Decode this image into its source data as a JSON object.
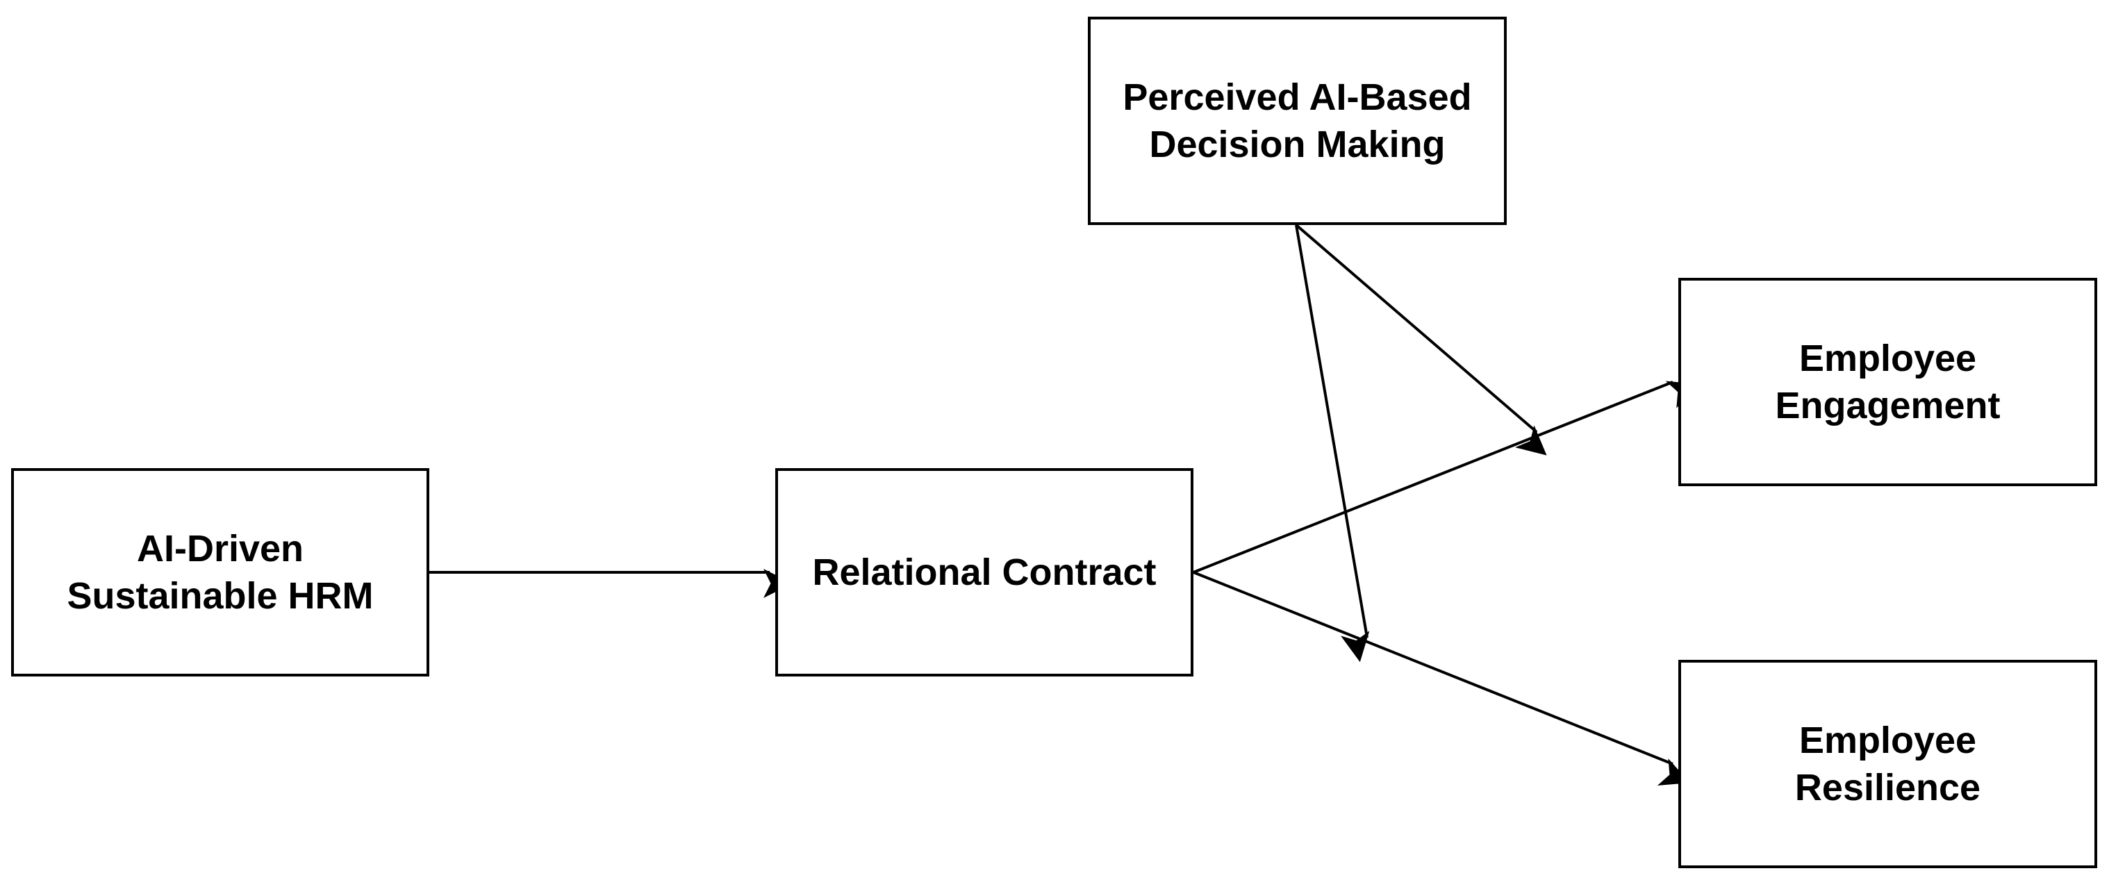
{
  "diagram": {
    "nodes": {
      "ai_driven_hrm": {
        "label": "AI-Driven\nSustainable HRM"
      },
      "relational_contract": {
        "label": "Relational Contract"
      },
      "perceived_ai_dm": {
        "label": "Perceived AI-Based\nDecision Making"
      },
      "employee_engagement": {
        "label": "Employee\nEngagement"
      },
      "employee_resilience": {
        "label": "Employee\nResilience"
      }
    },
    "edges": [
      {
        "from": "ai_driven_hrm",
        "to": "relational_contract"
      },
      {
        "from": "relational_contract",
        "to": "employee_engagement"
      },
      {
        "from": "relational_contract",
        "to": "employee_resilience"
      },
      {
        "from": "perceived_ai_dm",
        "to": "relational_contract->employee_engagement",
        "type": "moderation"
      },
      {
        "from": "perceived_ai_dm",
        "to": "relational_contract->employee_resilience",
        "type": "moderation"
      }
    ],
    "colors": {
      "stroke": "#000000",
      "text": "#000000",
      "background": "#ffffff"
    }
  }
}
